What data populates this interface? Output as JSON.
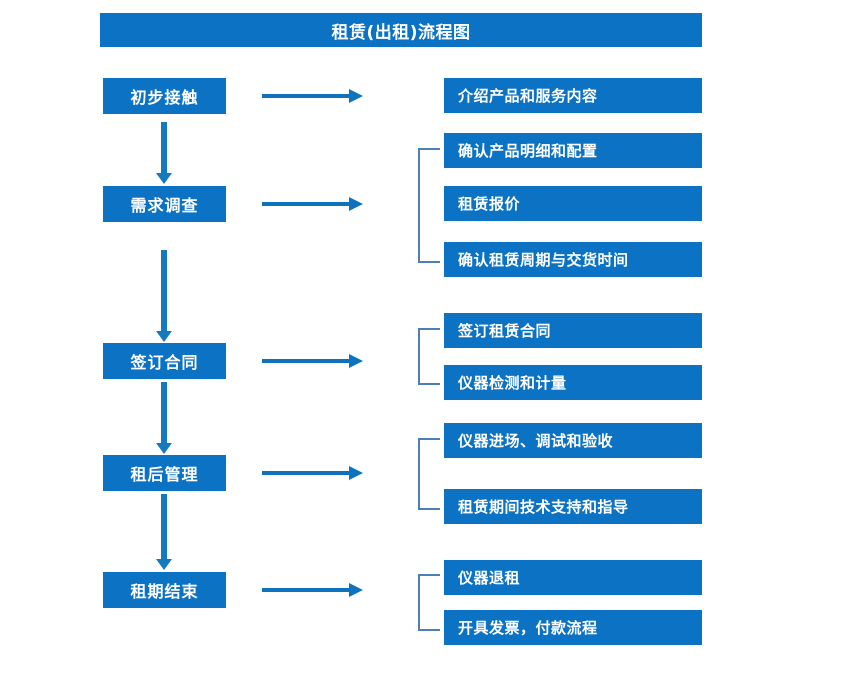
{
  "diagram": {
    "title": "租赁(出租)流程图",
    "colors": {
      "box_fill": "#0b72c4",
      "box_text": "#ffffff",
      "arrow": "#0f72bd",
      "bracket": "#4b7fb5",
      "background": "#ffffff"
    },
    "stages": [
      {
        "label": "初步接触"
      },
      {
        "label": "需求调查"
      },
      {
        "label": "签订合同"
      },
      {
        "label": "租后管理"
      },
      {
        "label": "租期结束"
      }
    ],
    "details": [
      {
        "label": "介绍产品和服务内容"
      },
      {
        "label": "确认产品明细和配置"
      },
      {
        "label": "租赁报价"
      },
      {
        "label": "确认租赁周期与交货时间"
      },
      {
        "label": "签订租赁合同"
      },
      {
        "label": "仪器检测和计量"
      },
      {
        "label": "仪器进场、调试和验收"
      },
      {
        "label": "租赁期间技术支持和指导"
      },
      {
        "label": "仪器退租"
      },
      {
        "label": "开具发票，付款流程"
      }
    ]
  }
}
